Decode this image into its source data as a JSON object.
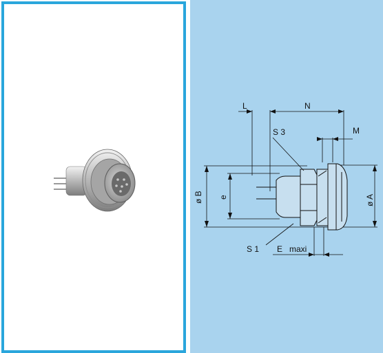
{
  "panels": {
    "photo": {
      "name": "connector-photo"
    },
    "drawing": {
      "labels": {
        "L": "L",
        "N": "N",
        "M": "M",
        "S3": "S 3",
        "S1": "S 1",
        "E": "E",
        "maxi": "maxi",
        "phiB": "ø B",
        "e": "e",
        "phiA": "ø A"
      }
    }
  },
  "colors": {
    "panel_border": "#2aa6dc",
    "drawing_bg": "#a9d3ee"
  }
}
